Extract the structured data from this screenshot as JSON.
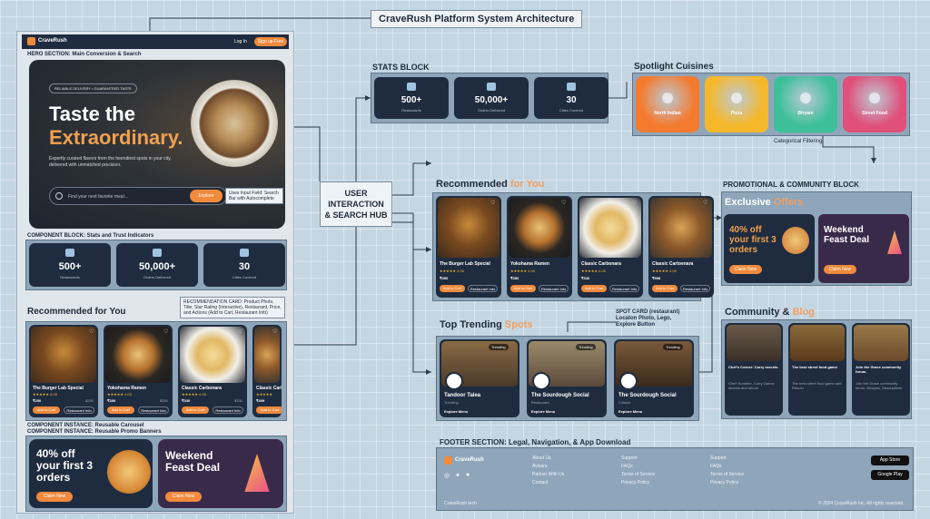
{
  "diagram_title": "CraveRush Platform System Architecture",
  "left_panel": {
    "navbar": {
      "brand": "CraveRush",
      "login": "Log In",
      "signup": "Sign up Free"
    },
    "hero_label": "HERO SECTION: Main Conversion & Search",
    "hero": {
      "badge": "RELIABLE DELIVERY • GUARANTEED TASTE",
      "title_line1": "Taste the",
      "title_line2": "Extraordinary.",
      "subtitle": "Expertly curated flavors from the heendiest spots in your city, delivered with unmatched precision.",
      "search_placeholder": "Find your next favorite meal...",
      "search_button": "Explore"
    },
    "search_note": "Uses Input Field: Search Bar with Autocomplete",
    "component_label": "COMPONENT BLOCK: Stats and Trust Indicators",
    "stats": [
      {
        "value": "500+",
        "label": "Restaurants"
      },
      {
        "value": "50,000+",
        "label": "Orders Delivered"
      },
      {
        "value": "30",
        "label": "Cities Covered"
      }
    ],
    "recommended_title": "Recommended for You",
    "rec_note": "RECOMMENDATION CARD: Product Photo, Title, Star Rating (Interactive), Restaurant, Price, and Actions (Add to Cart, Restaurant Info)",
    "carousel_label": "COMPONENT INSTANCE: Reusable Carousel",
    "promo_label": "COMPONENT INSTANCE: Reusable Promo Banners",
    "dishes": [
      {
        "name": "The Burger Lab Special",
        "rating": "★★★★★ 4.05",
        "price": "₹250",
        "meta": "$250",
        "cart": "Add to Cart",
        "info": "Restaurant Info"
      },
      {
        "name": "Yokohama Ramen",
        "rating": "★★★★★ 4.03",
        "price": "₹350",
        "meta": "$350",
        "cart": "Add to Cart",
        "info": "Restaurant Info"
      },
      {
        "name": "Classic Carbonara",
        "rating": "★★★★★ 4.05",
        "price": "₹330",
        "meta": "$330",
        "cart": "Add to Cart",
        "info": "Restaurant Info"
      },
      {
        "name": "Classic Carb",
        "rating": "★★★★★",
        "price": "₹499",
        "meta": "",
        "cart": "Add to Cart",
        "info": ""
      }
    ],
    "promos": [
      {
        "title": "40% off your first 3 orders",
        "button": "Claim Now"
      },
      {
        "title": "Weekend Feast Deal",
        "button": "Claim Now"
      }
    ]
  },
  "hub": {
    "line1": "USER",
    "line2": "INTERACTION",
    "line3": "& SEARCH HUB"
  },
  "stats_block": {
    "title": "STATS BLOCK",
    "items": [
      {
        "value": "500+",
        "label": "Restaurants"
      },
      {
        "value": "50,000+",
        "label": "Orders Delivered"
      },
      {
        "value": "30",
        "label": "Cities Covered"
      }
    ]
  },
  "spotlight": {
    "title": "Spotlight Cuisines",
    "items": [
      {
        "name": "North Indian",
        "color": "#f47a2e"
      },
      {
        "name": "Pizza",
        "color": "#f5b82a"
      },
      {
        "name": "Biryani",
        "color": "#3dbf9a"
      },
      {
        "name": "Street Food",
        "color": "#e0507a"
      }
    ],
    "caption": "Categorical Filtering"
  },
  "recommended_right": {
    "title_a": "Recommended ",
    "title_b": "for You",
    "dishes": [
      {
        "name": "The Burger Lab Special",
        "rating": "★★★★★ 4.06",
        "price": "₹350",
        "cart": "Add to Cart",
        "info": "Restaurant Info"
      },
      {
        "name": "Yokohama Ramen",
        "rating": "★★★★★ 4.05",
        "price": "₹350",
        "cart": "Add to Cart",
        "info": "Restaurant Info"
      },
      {
        "name": "Classic Carbonara",
        "rating": "★★★★★ 4.05",
        "price": "₹330",
        "cart": "Add to Cart",
        "info": "Restaurant Info"
      },
      {
        "name": "Classic Cartoenara",
        "rating": "★★★★★ 4.05",
        "price": "₹998",
        "cart": "Add to Cart",
        "info": "Restaurant Info"
      }
    ]
  },
  "trending": {
    "title_a": "Top Trending ",
    "title_b": "Spots",
    "note": "SPOT CARD (restaurant) Locaton Photo, Lego, Explore Button",
    "spots": [
      {
        "name": "Tandoor Talea",
        "tag": "Trending",
        "sub": "Trending",
        "button": "Explore Menu"
      },
      {
        "name": "The Sourdough Social",
        "tag": "Trending",
        "sub": "Restaurant",
        "button": "Explore Menu"
      },
      {
        "name": "The Sourdough Social",
        "tag": "Trending",
        "sub": "Cuisine",
        "button": "Explore Menu"
      }
    ]
  },
  "promo_block": {
    "title": "PROMOTIONAL & COMMUNITY BLOCK",
    "offers_a": "Exclusive ",
    "offers_b": "Offers",
    "offers": [
      {
        "title": "40% off your first 3 orders",
        "button": "Claim Now"
      },
      {
        "title": "Weekend Feast Deal",
        "button": "Claim Now"
      }
    ],
    "community_a": "Community & ",
    "community_b": "Blog",
    "posts": [
      {
        "title": "Chef's Corner: Curry secrets",
        "body": "Chef! Summer, Curry Ganee secrets and mhore."
      },
      {
        "title": "The best street food game",
        "body": "The best street food game and Riboon"
      },
      {
        "title": "Join the Grace community forum.",
        "body": "Join the Grace community forum, Recipes, Descriptions"
      }
    ]
  },
  "footer": {
    "label": "FOOTER SECTION: Legal, Navigation, & App Download",
    "brand": "CraveRush",
    "col1": [
      "About Us",
      "Avisara",
      "Partner With Us",
      "Contact"
    ],
    "col2": [
      "Support",
      "FAQs",
      "Terms of Service",
      "Privacy Policy"
    ],
    "col3": [
      "Support",
      "FAQs",
      "Terms of Service",
      "Privacy Policy"
    ],
    "app_store": "App Store",
    "google_play": "Google Play",
    "copyright": "© 2024 CraveRush Inc. All rights reserved.",
    "tagline": "CraveRush tech"
  }
}
